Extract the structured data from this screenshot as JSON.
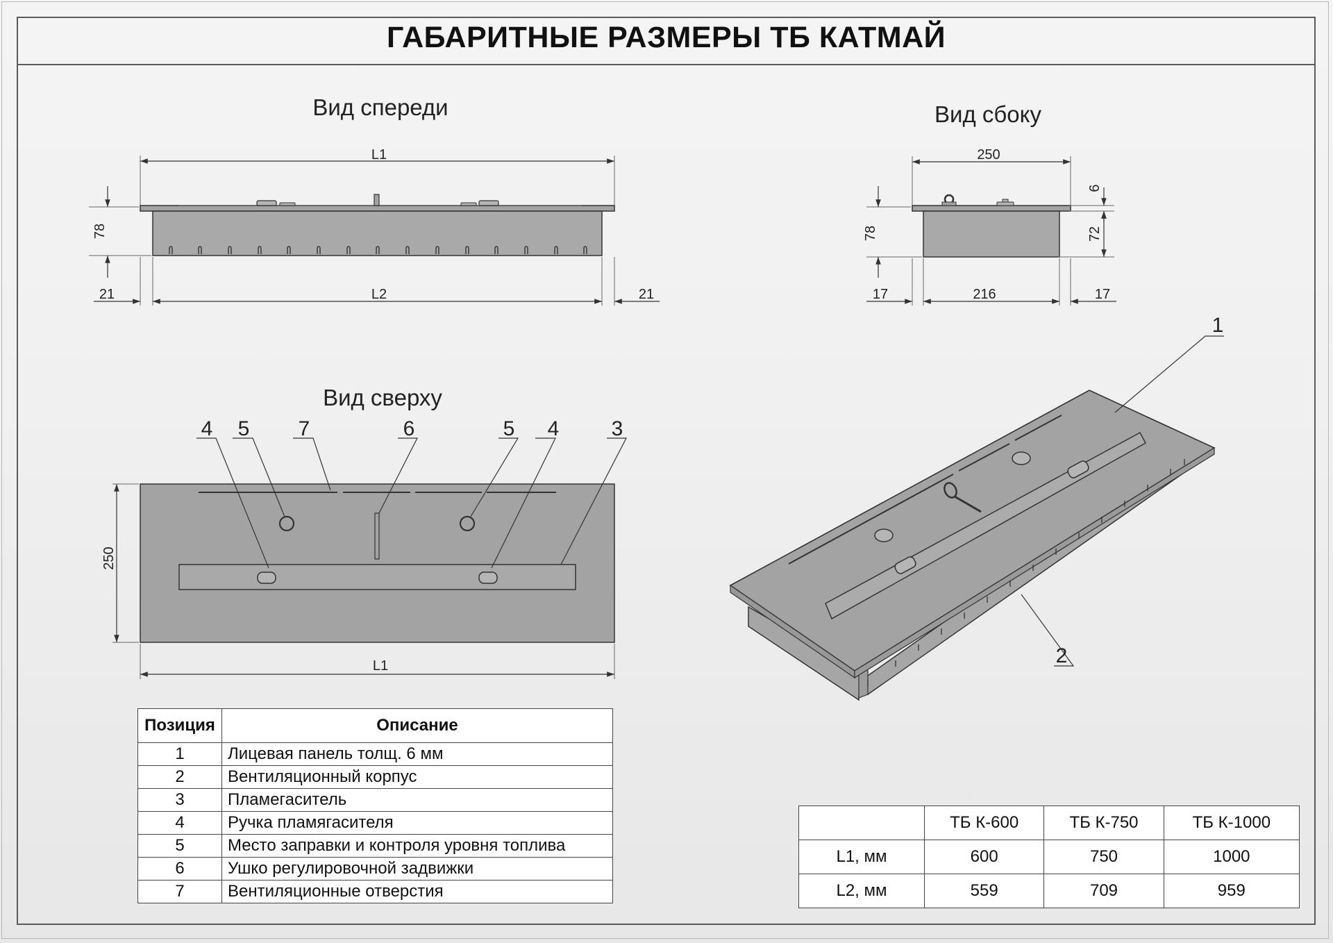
{
  "title": "ГАБАРИТНЫЕ РАЗМЕРЫ ТБ КАТМАЙ",
  "views": {
    "front": "Вид спереди",
    "side": "Вид сбоку",
    "top": "Вид сверху"
  },
  "front_dims": {
    "l1": "L1",
    "l2": "L2",
    "height": "78",
    "left_offset": "21",
    "right_offset": "21"
  },
  "side_dims": {
    "width": "250",
    "inner": "216",
    "height": "78",
    "panel": "6",
    "body": "72",
    "left_offset": "17",
    "right_offset": "17"
  },
  "top_dims": {
    "l1": "L1",
    "depth": "250"
  },
  "top_callouts": [
    "4",
    "5",
    "7",
    "6",
    "5",
    "4",
    "3"
  ],
  "iso_callouts": [
    "1",
    "2"
  ],
  "legend": {
    "headers": [
      "Позиция",
      "Описание"
    ],
    "rows": [
      {
        "pos": "1",
        "desc": "Лицевая панель толщ. 6 мм"
      },
      {
        "pos": "2",
        "desc": "Вентиляционный корпус"
      },
      {
        "pos": "3",
        "desc": "Пламегаситель"
      },
      {
        "pos": "4",
        "desc": "Ручка пламягасителя"
      },
      {
        "pos": "5",
        "desc": "Место заправки и контроля уровня топлива"
      },
      {
        "pos": "6",
        "desc": "Ушко регулировочной задвижки"
      },
      {
        "pos": "7",
        "desc": "Вентиляционные отверстия"
      }
    ]
  },
  "sizes": {
    "models": [
      "ТБ К-600",
      "ТБ К-750",
      "ТБ К-1000"
    ],
    "rows": [
      {
        "label": "L1, мм",
        "values": [
          "600",
          "750",
          "1000"
        ]
      },
      {
        "label": "L2, мм",
        "values": [
          "559",
          "709",
          "959"
        ]
      }
    ]
  },
  "colors": {
    "body_fill": "#a9a9a9",
    "panel_fill": "#a3a3a3",
    "line": "#333333",
    "frame": "#5a5a5a"
  }
}
